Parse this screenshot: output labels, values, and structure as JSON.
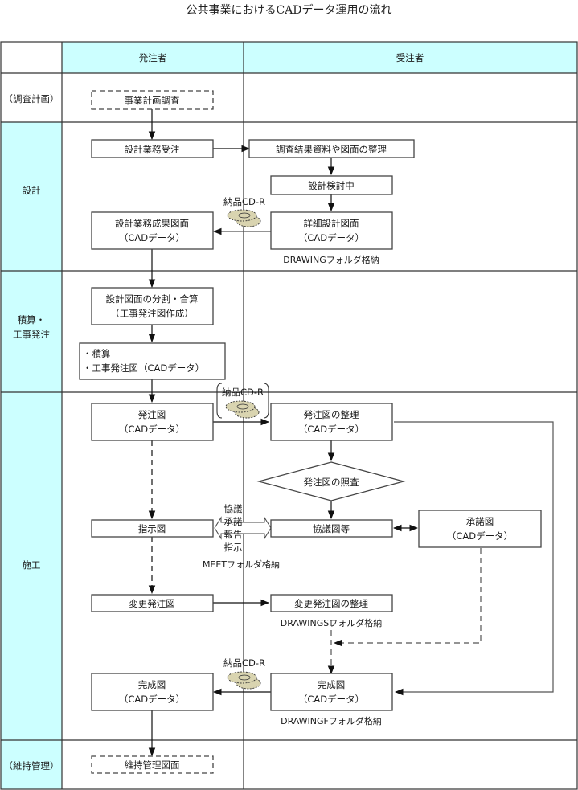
{
  "title": "公共事業におけるCADデータ運用の流れ",
  "colors": {
    "lane_header": "#ccffff",
    "cd_fill": "#d9d4b0",
    "border": "#333333"
  },
  "header": {
    "orderer": "発注者",
    "contractor": "受注者"
  },
  "phases": [
    {
      "id": "survey",
      "label": "（調査計画）"
    },
    {
      "id": "design",
      "label": "設計"
    },
    {
      "id": "estimate",
      "label_line1": "積算・",
      "label_line2": "工事発注"
    },
    {
      "id": "construction",
      "label": "施工"
    },
    {
      "id": "maintenance",
      "label": "（維持管理）"
    }
  ],
  "nodes": {
    "survey_plan": "事業計画調査",
    "design_order": "設計業務受注",
    "survey_org": "調査結果資料や図面の整理",
    "design_review": "設計検討中",
    "detail_design_1": "詳細設計図面",
    "detail_design_2": "（CADデータ）",
    "design_result_1": "設計業務成果図面",
    "design_result_2": "（CADデータ）",
    "split_1": "設計図面の分割・合算",
    "split_2": "（工事発注図作成）",
    "estimate_1": "・積算",
    "estimate_2": "・工事発注図（CADデータ）",
    "order_dwg_1": "発注図",
    "order_dwg_2": "（CADデータ）",
    "order_org_1": "発注図の整理",
    "order_org_2": "（CADデータ）",
    "order_check": "発注図の照査",
    "instruction": "指示図",
    "consult": "協議図等",
    "approval_1": "承諾図",
    "approval_2": "（CADデータ）",
    "change_order": "変更発注図",
    "change_org": "変更発注図の整理",
    "complete_o_1": "完成図",
    "complete_o_2": "（CADデータ）",
    "complete_c_1": "完成図",
    "complete_c_2": "（CADデータ）",
    "maint_dwg": "維持管理図面"
  },
  "labels": {
    "cdr": "納品CD-R",
    "drawing_folder": "DRAWINGフォルダ格納",
    "meet_folder": "MEETフォルダ格納",
    "drawings_folder": "DRAWINGSフォルダ格納",
    "drawingf_folder": "DRAWINGFフォルダ格納",
    "exchange": [
      "協議",
      "承諾",
      "報告",
      "指示"
    ]
  }
}
